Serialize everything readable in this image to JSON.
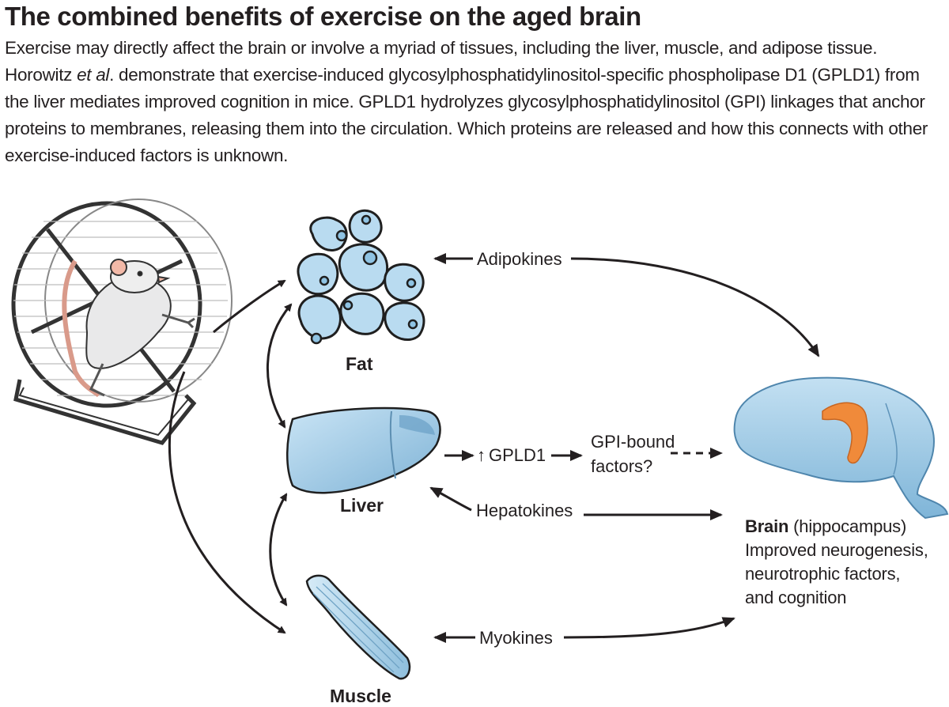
{
  "title": "The combined benefits of exercise on the aged brain",
  "caption": {
    "part1": "Exercise may directly affect the brain or involve a myriad of tissues, including the liver, muscle, and adipose tissue. Horowitz ",
    "emphasis": "et al",
    "part2": ". demonstrate that exercise-induced glycosylphosphatidylinositol-specific phospholipase D1 (GPLD1) from the liver mediates improved cognition in mice. GPLD1 hydrolyzes glycosylphosphatidylinositol (GPI) linkages that anchor proteins to membranes, releasing them into the circulation. Which proteins are released and how this connects with other exercise-induced factors is unknown."
  },
  "organs": {
    "fat": "Fat",
    "liver": "Liver",
    "muscle": "Muscle"
  },
  "flows": {
    "adipokines": "Adipokines",
    "gpld1": "GPLD1",
    "gpld1_arrow": "↑",
    "gpi_line1": "GPI-bound",
    "gpi_line2": "factors?",
    "hepatokines": "Hepatokines",
    "myokines": "Myokines"
  },
  "brain": {
    "label_bold": "Brain",
    "label_rest": " (hippocampus)",
    "line1": "Improved neurogenesis,",
    "line2": "neurotrophic factors,",
    "line3": "and cognition"
  },
  "colors": {
    "organ_fill": "#b9dbf0",
    "organ_stroke": "#1f1f1f",
    "hippocampus": "#f08a3a",
    "arrow": "#231f20"
  }
}
